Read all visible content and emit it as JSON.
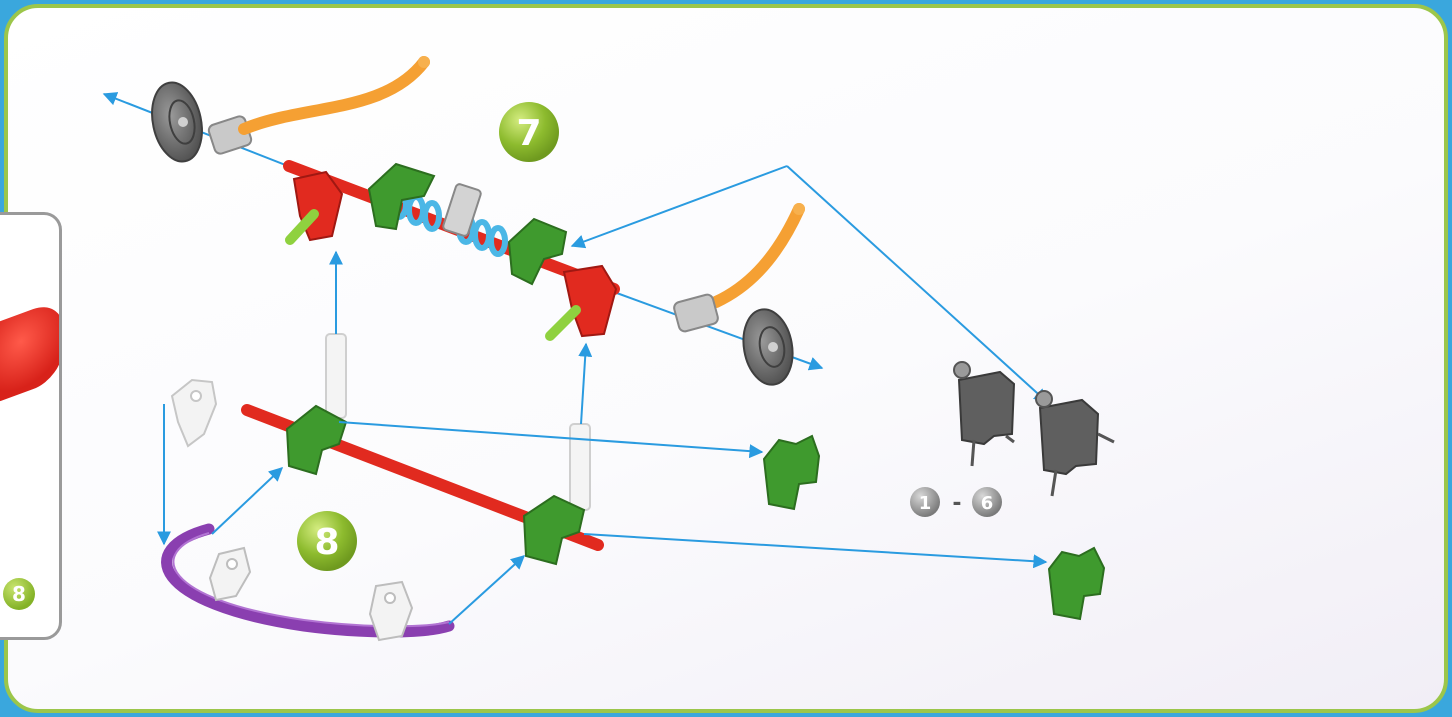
{
  "steps": {
    "step7": "7",
    "step8": "8",
    "prev_step": "8",
    "ref_start": "1",
    "ref_separator": "-",
    "ref_end": "6"
  },
  "colors": {
    "frame": "#9cc64a",
    "background_edge": "#3aa7dd",
    "arrow": "#2a9be0",
    "rod_red": "#e12a1f",
    "connector_green": "#3f9a2e",
    "rod_orange": "#f5a033",
    "rod_purple": "#8a3fb0",
    "wheel_grey": "#6b6b6b",
    "spring_blue": "#4bb7e6",
    "badge_green": "#8dbb2e"
  },
  "icons": [
    "wheel-icon",
    "connector-icon",
    "rod-icon",
    "spring-icon",
    "motor-icon",
    "clip-icon"
  ]
}
